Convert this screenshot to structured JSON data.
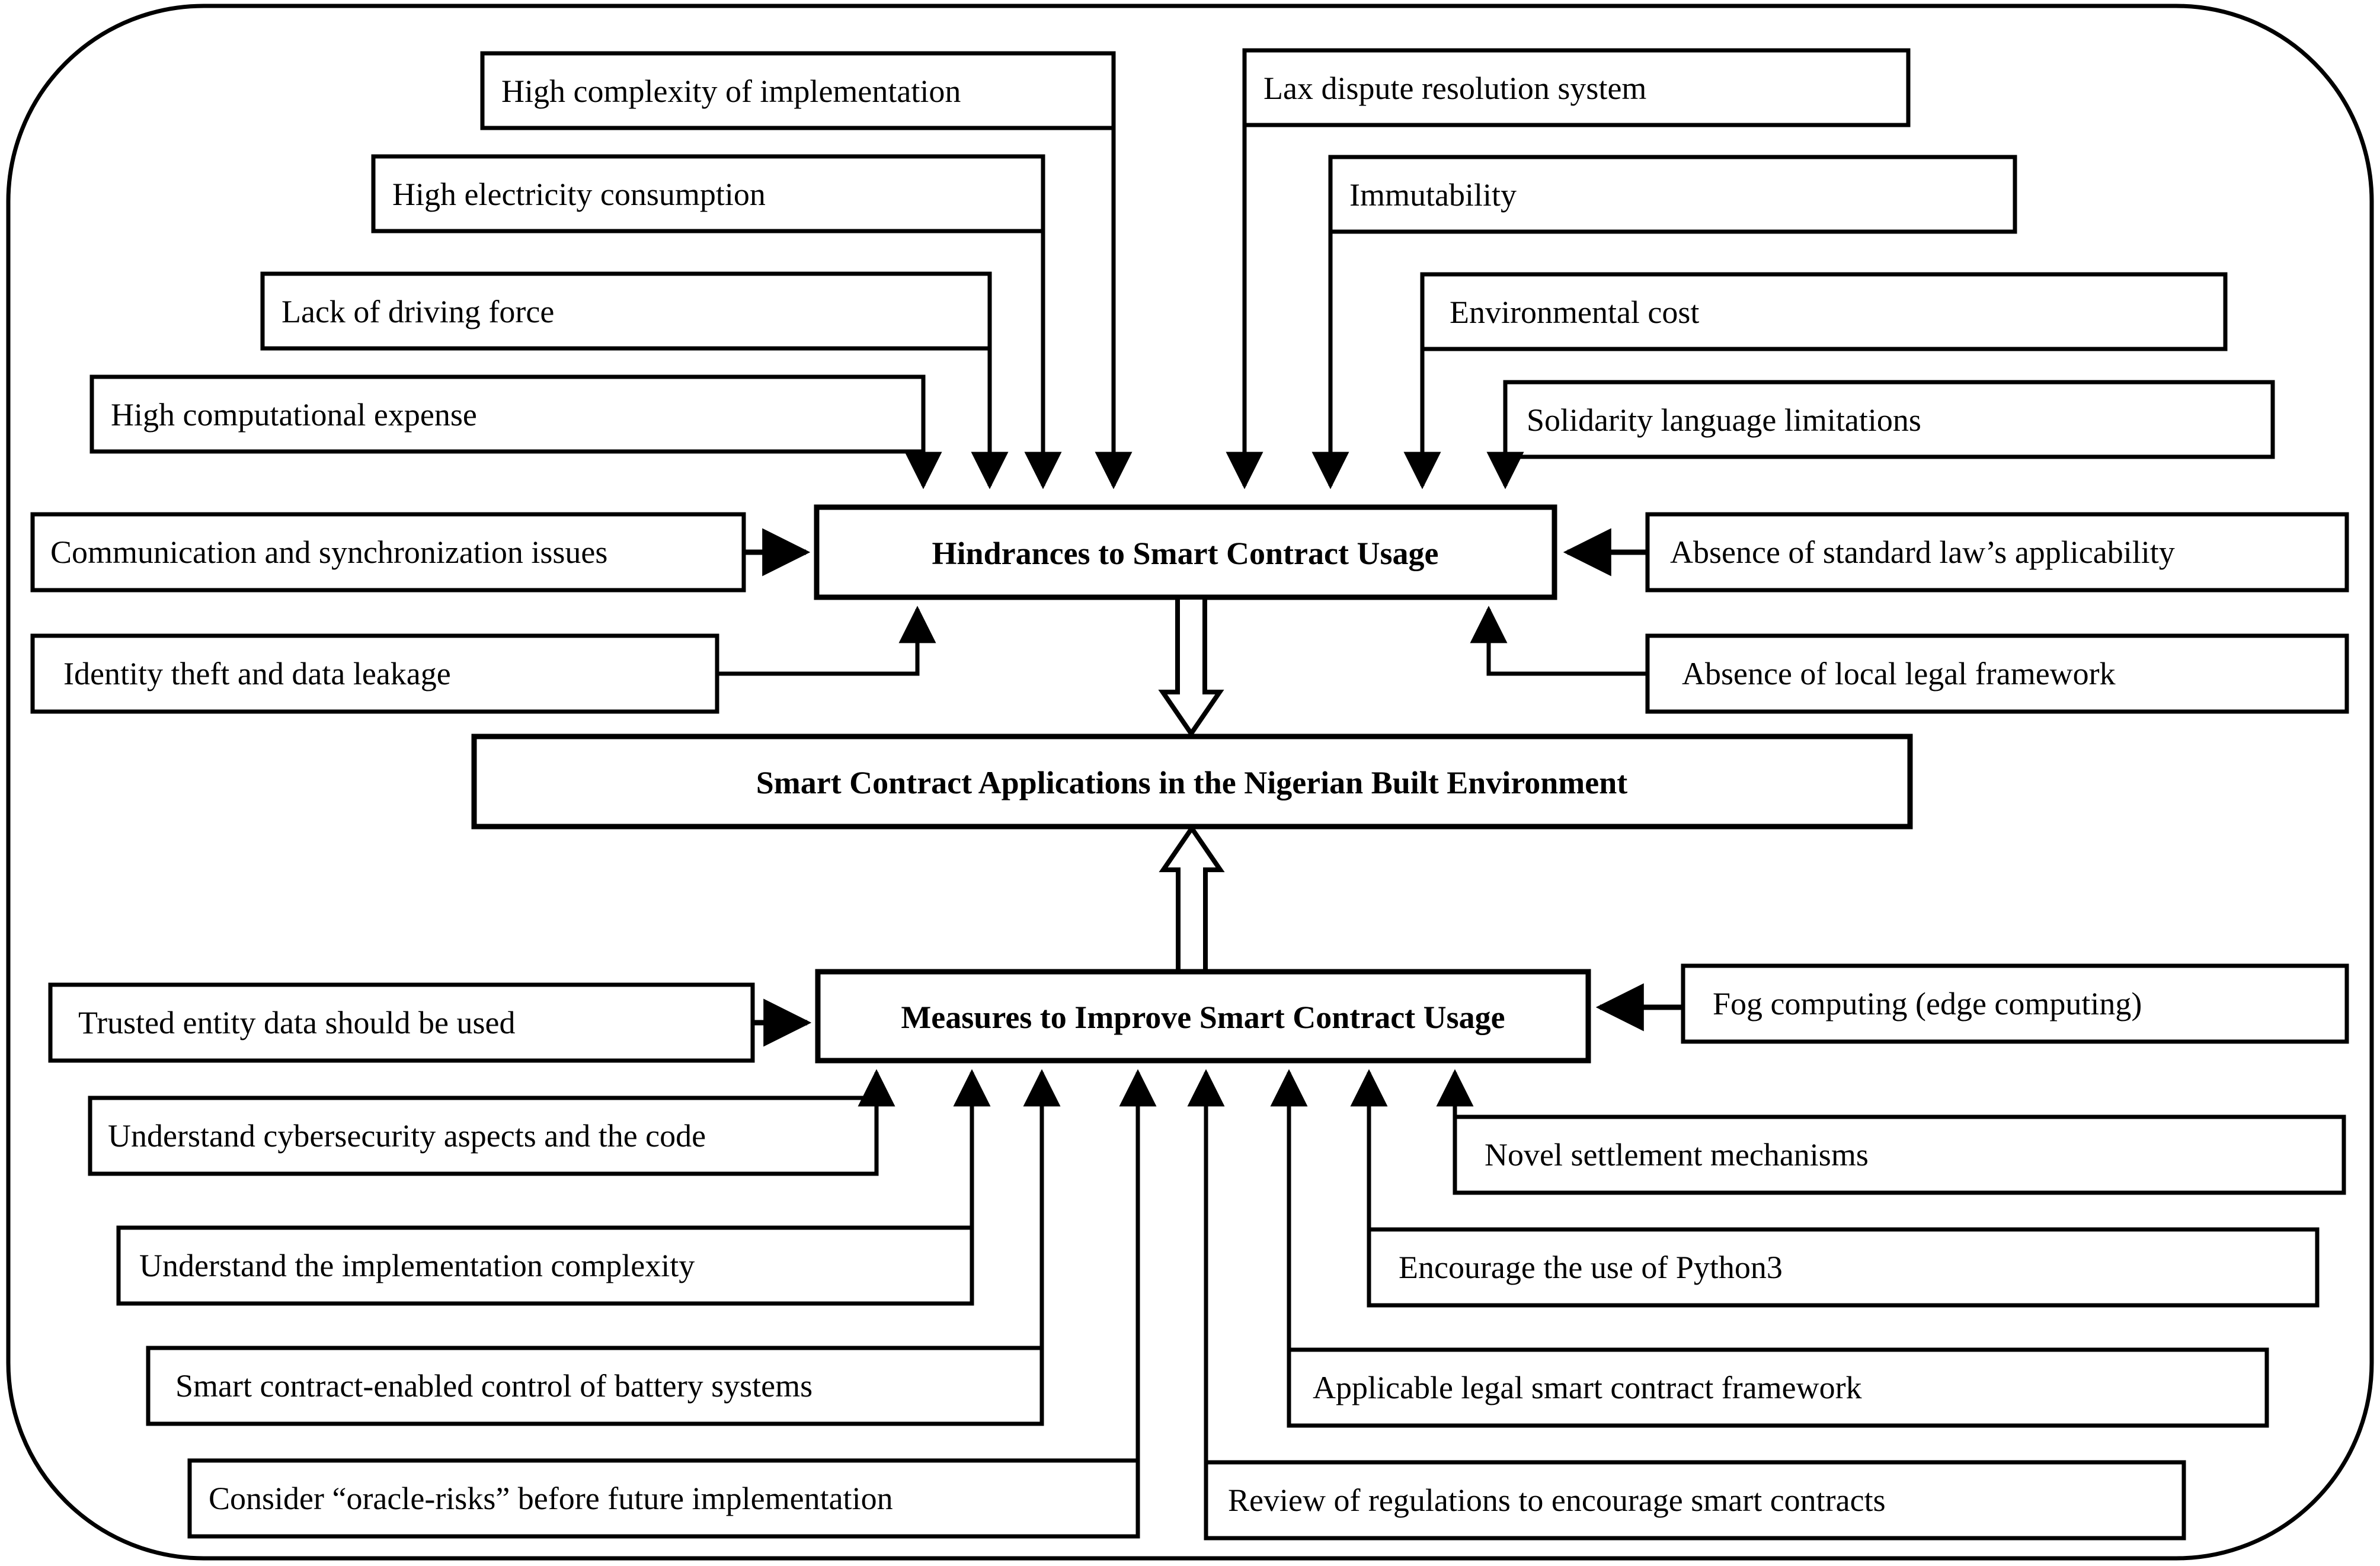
{
  "diagram": {
    "title": "Smart Contract Applications in the Nigerian Built Environment framework",
    "container": {
      "shape": "rounded-rectangle",
      "stroke_color": "#000000",
      "fill_color": "#ffffff"
    },
    "core_nodes": {
      "hindrances": "Hindrances to Smart Contract Usage",
      "center": "Smart Contract Applications in the Nigerian Built Environment",
      "measures": "Measures to Improve Smart Contract Usage"
    },
    "hindrances_top": [
      "High complexity of implementation",
      "High electricity consumption",
      "Lack of driving force",
      "High computational expense",
      "Lax dispute resolution system",
      "Immutability",
      "Environmental cost",
      "Solidarity language limitations"
    ],
    "hindrances_left": [
      "Communication and synchronization issues",
      "Identity theft and data leakage"
    ],
    "hindrances_right": [
      "Absence of standard law’s applicability",
      "Absence of local legal framework"
    ],
    "measures_left": [
      "Trusted entity data should be used",
      "Understand cybersecurity aspects and the code",
      "Understand the implementation complexity",
      "Smart contract-enabled control of battery systems",
      "Consider “oracle-risks” before future implementation"
    ],
    "measures_right": [
      "Fog computing (edge computing)",
      "Novel settlement mechanisms",
      "Encourage the use of Python3",
      "Applicable legal smart contract framework",
      "Review of regulations to encourage smart contracts"
    ]
  }
}
